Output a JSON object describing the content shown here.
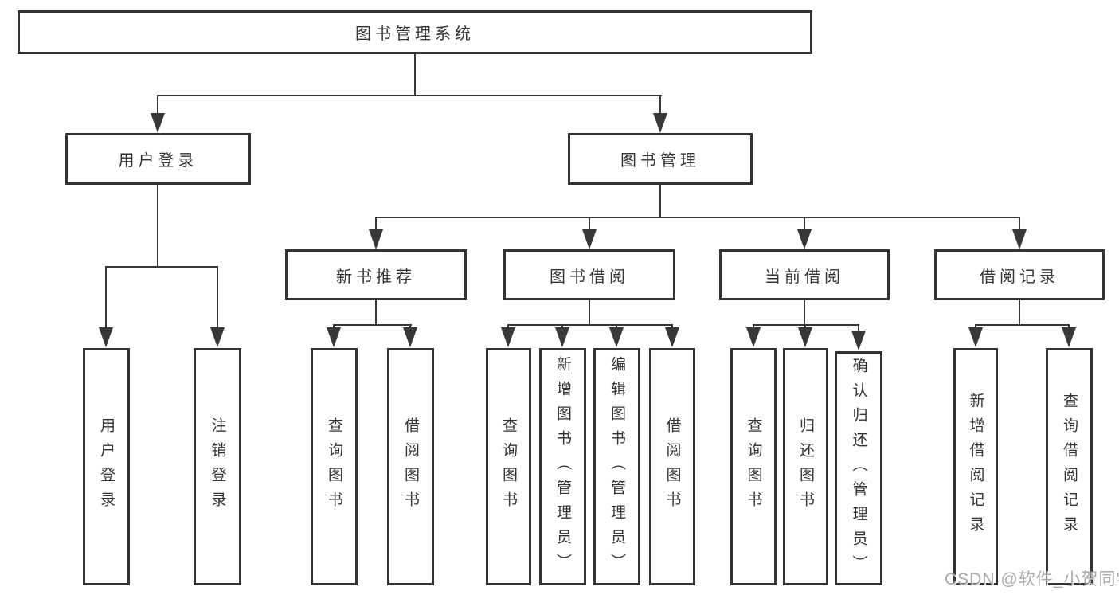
{
  "diagram": {
    "root": "图书管理系统",
    "user_login": "用户登录",
    "book_mgmt": "图书管理",
    "new_book": "新书推荐",
    "book_borrow": "图书借阅",
    "current_borrow": "当前借阅",
    "borrow_record": "借阅记录",
    "user_login_children": [
      "用户登录",
      "注销登录"
    ],
    "new_book_children": [
      "查询图书",
      "借阅图书"
    ],
    "book_borrow_children": [
      "查询图书",
      "新增图书（管理员）",
      "编辑图书（管理员）",
      "借阅图书"
    ],
    "current_borrow_children": [
      "查询图书",
      "归还图书",
      "确认归还（管理员）"
    ],
    "borrow_record_children": [
      "新增借阅记录",
      "查询借阅记录"
    ]
  },
  "watermark": "CSDN @软件_小贺同学",
  "colors": {
    "line": "#383838",
    "border": "#333333",
    "text": "#333333",
    "background": "#ffffff",
    "watermark": "#9e9e9e"
  }
}
